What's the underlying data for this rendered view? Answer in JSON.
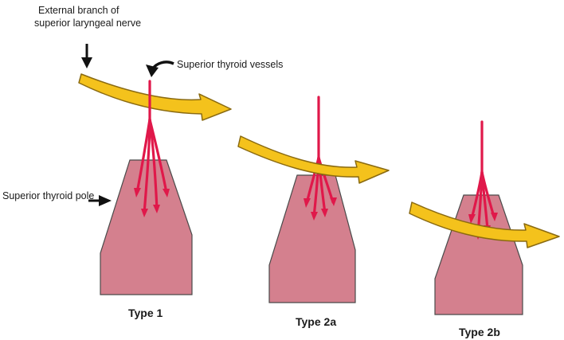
{
  "labels": {
    "nerve_line1": "External branch of",
    "nerve_line2": "superior laryngeal nerve",
    "vessels": "Superior thyroid vessels",
    "pole": "Superior thyroid pole"
  },
  "types": [
    {
      "label": "Type 1"
    },
    {
      "label": "Type 2a"
    },
    {
      "label": "Type 2b"
    }
  ],
  "colors": {
    "thyroid_fill": "#d4808e",
    "thyroid_stroke": "#4a4a4a",
    "vessel": "#e0184a",
    "nerve_fill": "#f4c21c",
    "nerve_stroke": "#8a6a10",
    "pointer": "#111111"
  }
}
